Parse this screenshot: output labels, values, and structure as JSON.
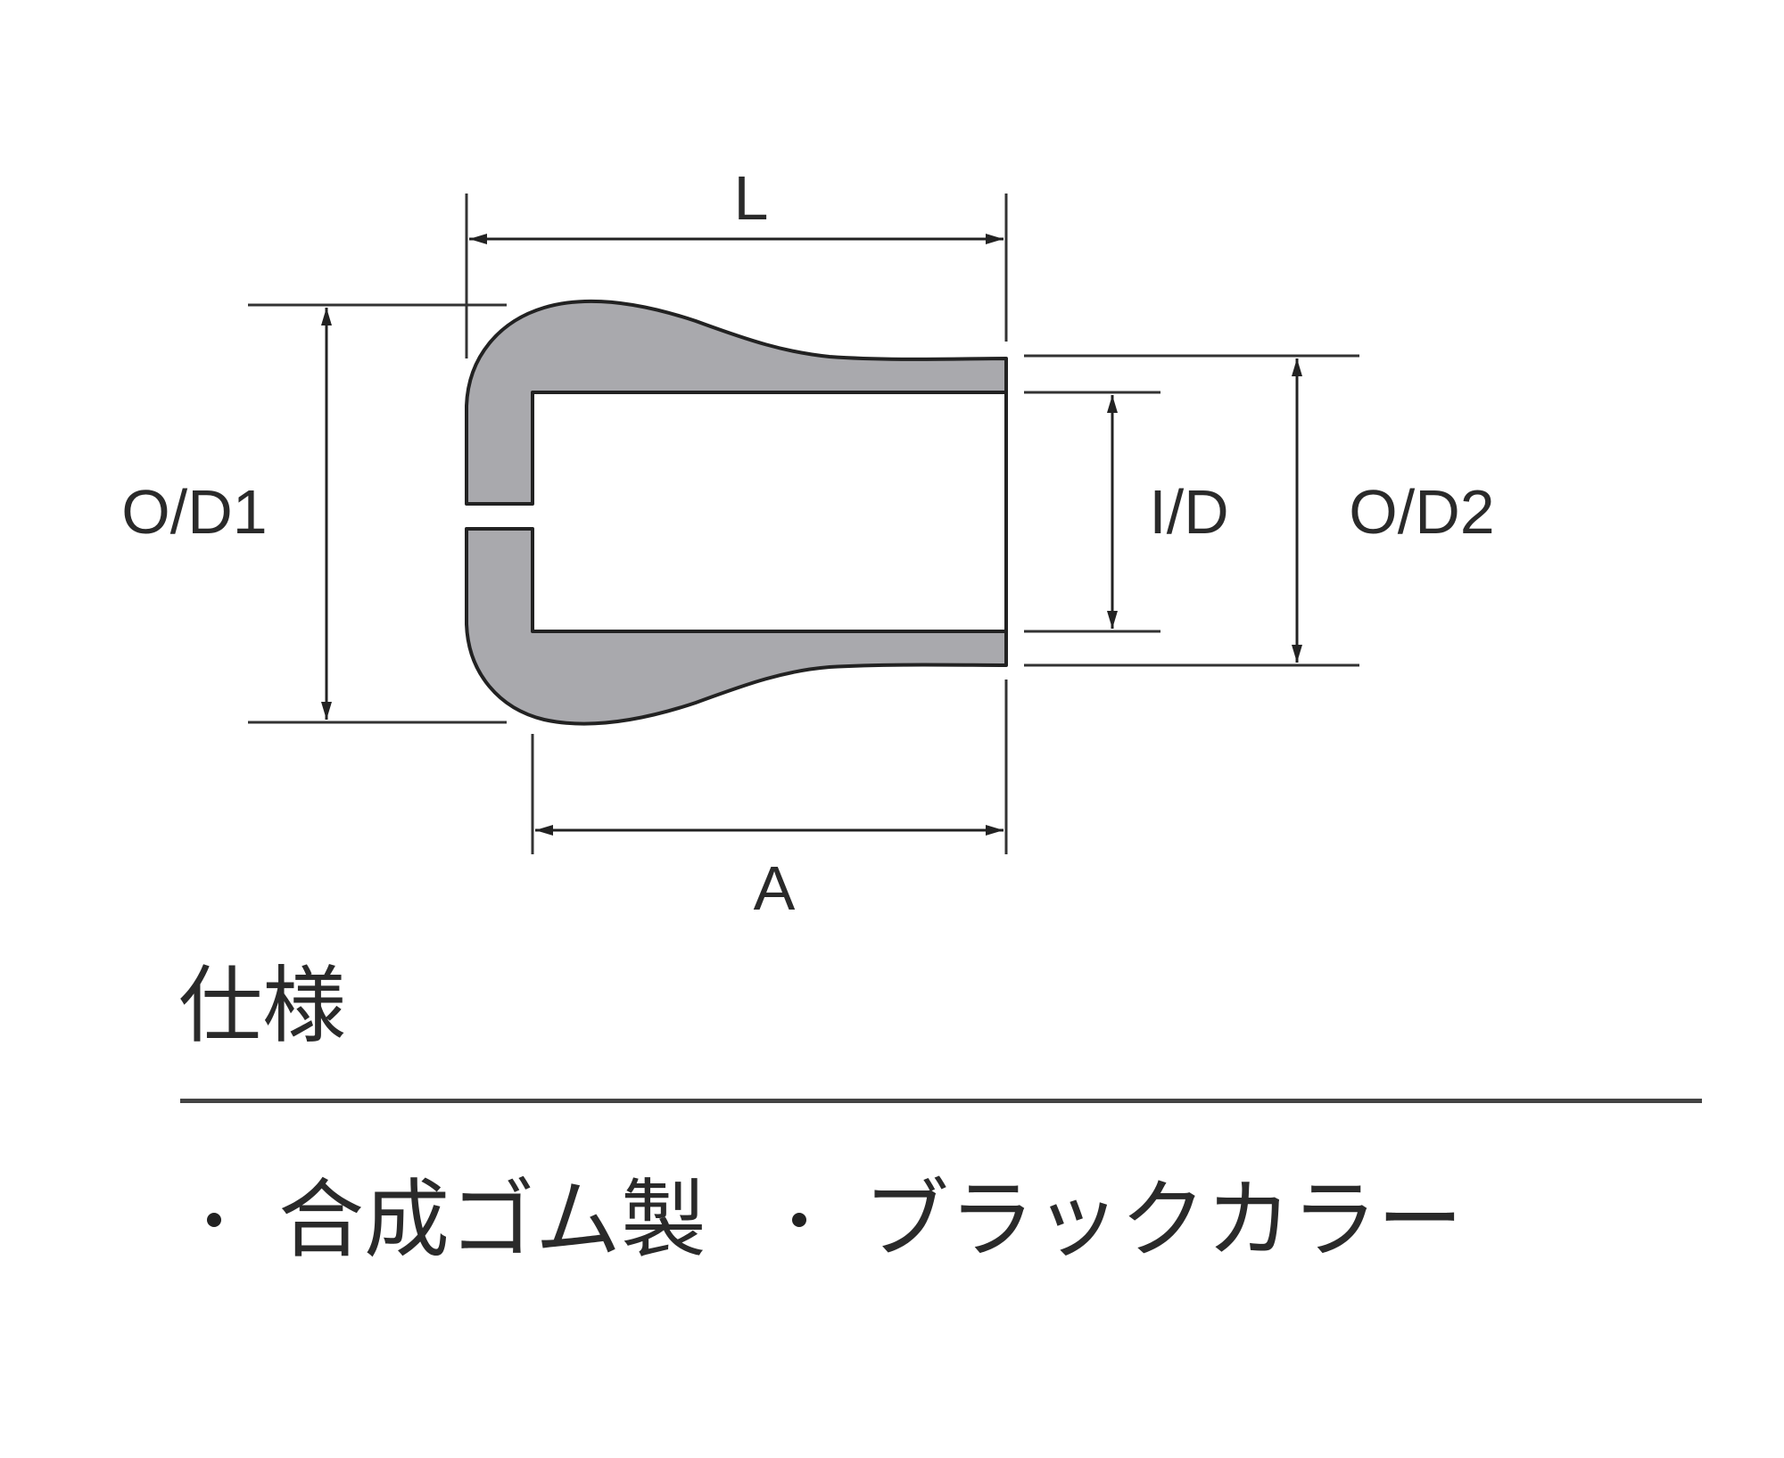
{
  "diagram": {
    "type": "dimension-drawing",
    "subject": "rubber cap cross-section",
    "fill_color": "#a9a9ad",
    "line_color": "#222222",
    "labels": {
      "length": "L",
      "outer_diameter_1": "O/D1",
      "inner_diameter": "I/D",
      "outer_diameter_2": "O/D2",
      "inner_depth": "A"
    }
  },
  "specs": {
    "title": "仕様",
    "items": [
      {
        "text": "合成ゴム製"
      },
      {
        "text": "ブラックカラー"
      }
    ]
  }
}
